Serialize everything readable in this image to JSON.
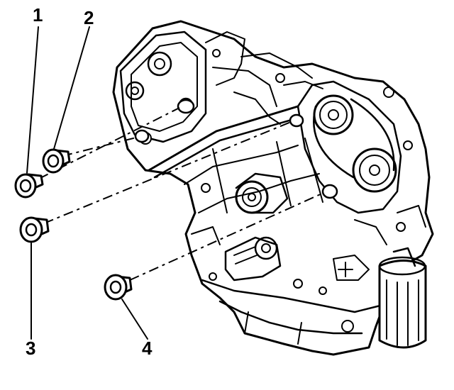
{
  "callouts": [
    {
      "id": "1",
      "label": "1"
    },
    {
      "id": "2",
      "label": "2"
    },
    {
      "id": "3",
      "label": "3"
    },
    {
      "id": "4",
      "label": "4"
    }
  ],
  "parts": {
    "plug_1": "expansion-plug",
    "plug_2": "expansion-plug",
    "plug_3": "expansion-plug",
    "plug_4": "expansion-plug",
    "engine": "engine-block"
  },
  "colors": {
    "ink": "#000000",
    "paper": "#ffffff"
  }
}
